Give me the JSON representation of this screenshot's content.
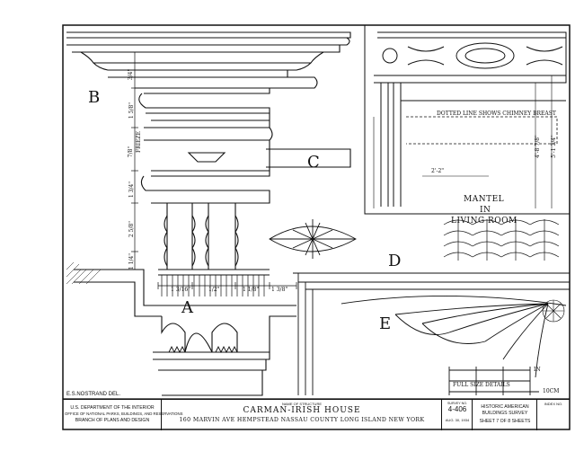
{
  "sheet": {
    "delineator": "E.S.NOSTRAND DEL.",
    "detail_labels": [
      "A",
      "B",
      "C",
      "D",
      "E"
    ],
    "frieze_label": "FRIEZE",
    "mantel_title": [
      "MANTEL",
      "IN",
      "LIVING ROOM"
    ],
    "chimney_note": "DOTTED LINE SHOWS CHIMNEY BREAST",
    "scale_label": "FULL SIZE DETAILS",
    "scale_units": {
      "in": "IN",
      "cm": "10CM"
    }
  },
  "dimensions": {
    "left_vertical": [
      "3/4\"",
      "1 5/8\"",
      "7/8\"",
      "1 3/4\"",
      "2 5/8\"",
      "1 1/4\""
    ],
    "bottom_row": [
      "1 3/16\"",
      "1/2\"",
      "1 1/8\"",
      "1 3/8\""
    ],
    "mantel": [
      "2'-2\"",
      "4'-8 7/8\"",
      "5'-1 3/4\""
    ]
  },
  "title_block": {
    "agency": [
      "U.S. DEPARTMENT OF THE INTERIOR",
      "OFFICE OF NATIONAL PARKS, BUILDINGS, AND RESERVATIONS",
      "BRANCH OF PLANS AND DESIGN"
    ],
    "name_caption": "NAME OF STRUCTURE",
    "structure_name": "CARMAN-IRISH HOUSE",
    "address": "160 MARVIN AVE  HEMPSTEAD  NASSAU COUNTY  LONG ISLAND  NEW YORK",
    "survey_caption": "SURVEY NO.",
    "survey_no": "4-406",
    "date": "AUG. 30, 1934",
    "survey_title": [
      "HISTORIC AMERICAN",
      "BUILDINGS SURVEY"
    ],
    "sheet_line": "SHEET 7 OF 8 SHEETS",
    "index_caption": "INDEX NO."
  }
}
